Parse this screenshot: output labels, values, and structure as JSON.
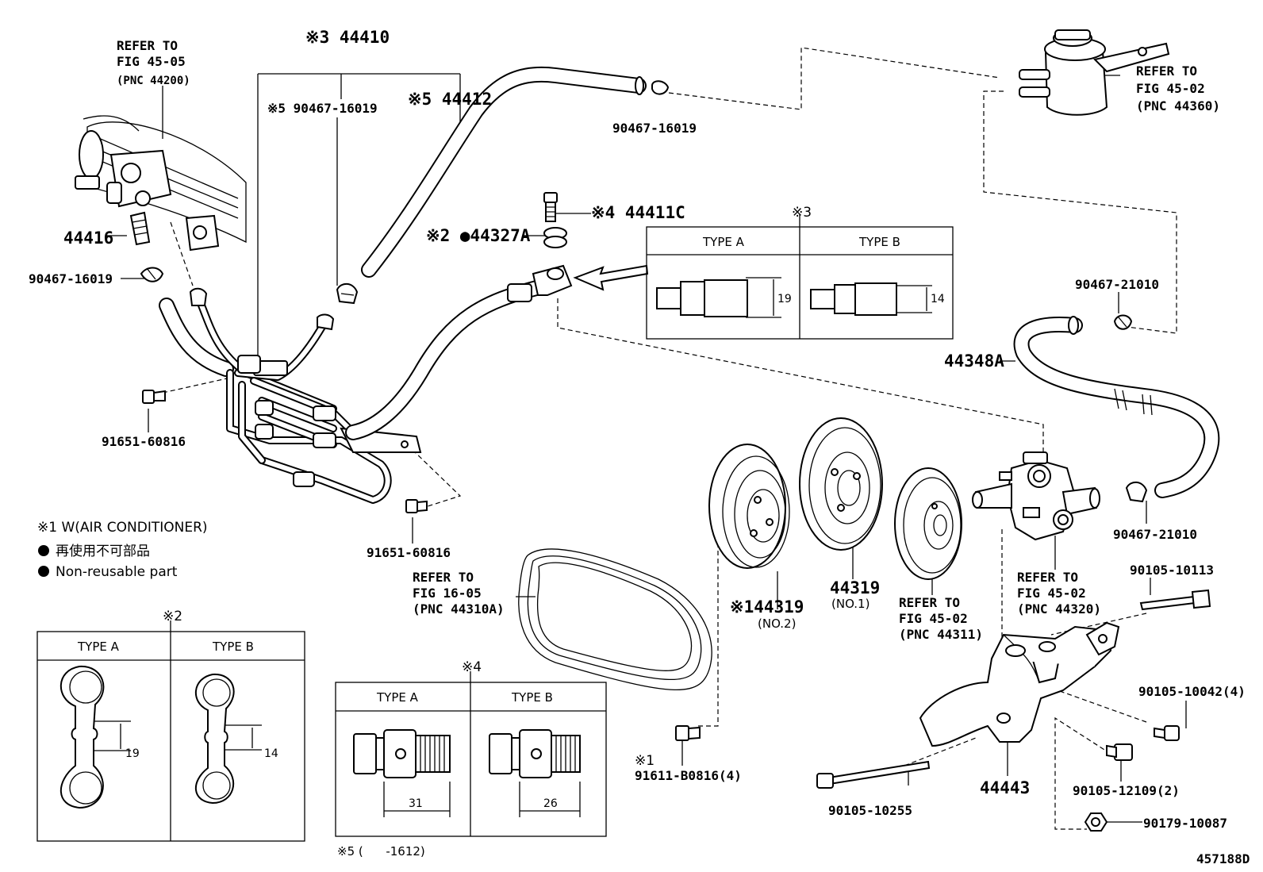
{
  "callouts": {
    "p44410": "※3 44410",
    "p90467_16019_top": "※5 90467-16019",
    "p44412": "※5 44412",
    "p90467_16019_right": "90467-16019",
    "p44416": "44416",
    "p90467_16019_left": "90467-16019",
    "p44411c": "※4 44411C",
    "p44327a": "※2 ●44327A",
    "p91651_60816_a": "91651-60816",
    "p91651_60816_b": "91651-60816",
    "p90467_21010_top": "90467-21010",
    "p44348a": "44348A",
    "p90467_21010_right": "90467-21010",
    "p44319_no2": "※144319",
    "no2": "(NO.2)",
    "p44319_no1": "44319",
    "no1": "(NO.1)",
    "p90105_10113": "90105-10113",
    "p90105_10042": "90105-10042(4)",
    "p91611_b0816_note": "※1",
    "p91611_b0816": "91611-B0816(4)",
    "p44443": "44443",
    "p90105_12109": "90105-12109(2)",
    "p90105_10255": "90105-10255",
    "p90179_10087": "90179-10087",
    "diagram_id": "457188D"
  },
  "refer_blocks": {
    "fig45_05": [
      "REFER TO",
      "FIG 45-05",
      "(PNC 44200)"
    ],
    "fig45_02_top": [
      "REFER TO",
      "FIG 45-02",
      "(PNC 44360)"
    ],
    "fig16_05": [
      "REFER TO",
      "FIG 16-05",
      "(PNC 44310A)"
    ],
    "fig45_02_mid": [
      "REFER TO",
      "FIG 45-02",
      "(PNC 44311)"
    ],
    "fig45_02_pump": [
      "REFER TO",
      "FIG 45-02",
      "(PNC 44320)"
    ]
  },
  "legend": {
    "note1": "※1 W(AIR CONDITIONER)",
    "reuse_jp": "再使用不可部品",
    "reuse_en": "Non-reusable part"
  },
  "inset3": {
    "mark": "※3",
    "type_a": "TYPE A",
    "type_b": "TYPE B",
    "dim_a": "19",
    "dim_b": "14"
  },
  "inset2": {
    "mark": "※2",
    "type_a": "TYPE A",
    "type_b": "TYPE B",
    "dim_a": "19",
    "dim_b": "14"
  },
  "inset4": {
    "mark": "※4",
    "type_a": "TYPE A",
    "type_b": "TYPE B",
    "dim_a": "31",
    "dim_b": "26"
  },
  "note5": "※5 (      -1612)"
}
